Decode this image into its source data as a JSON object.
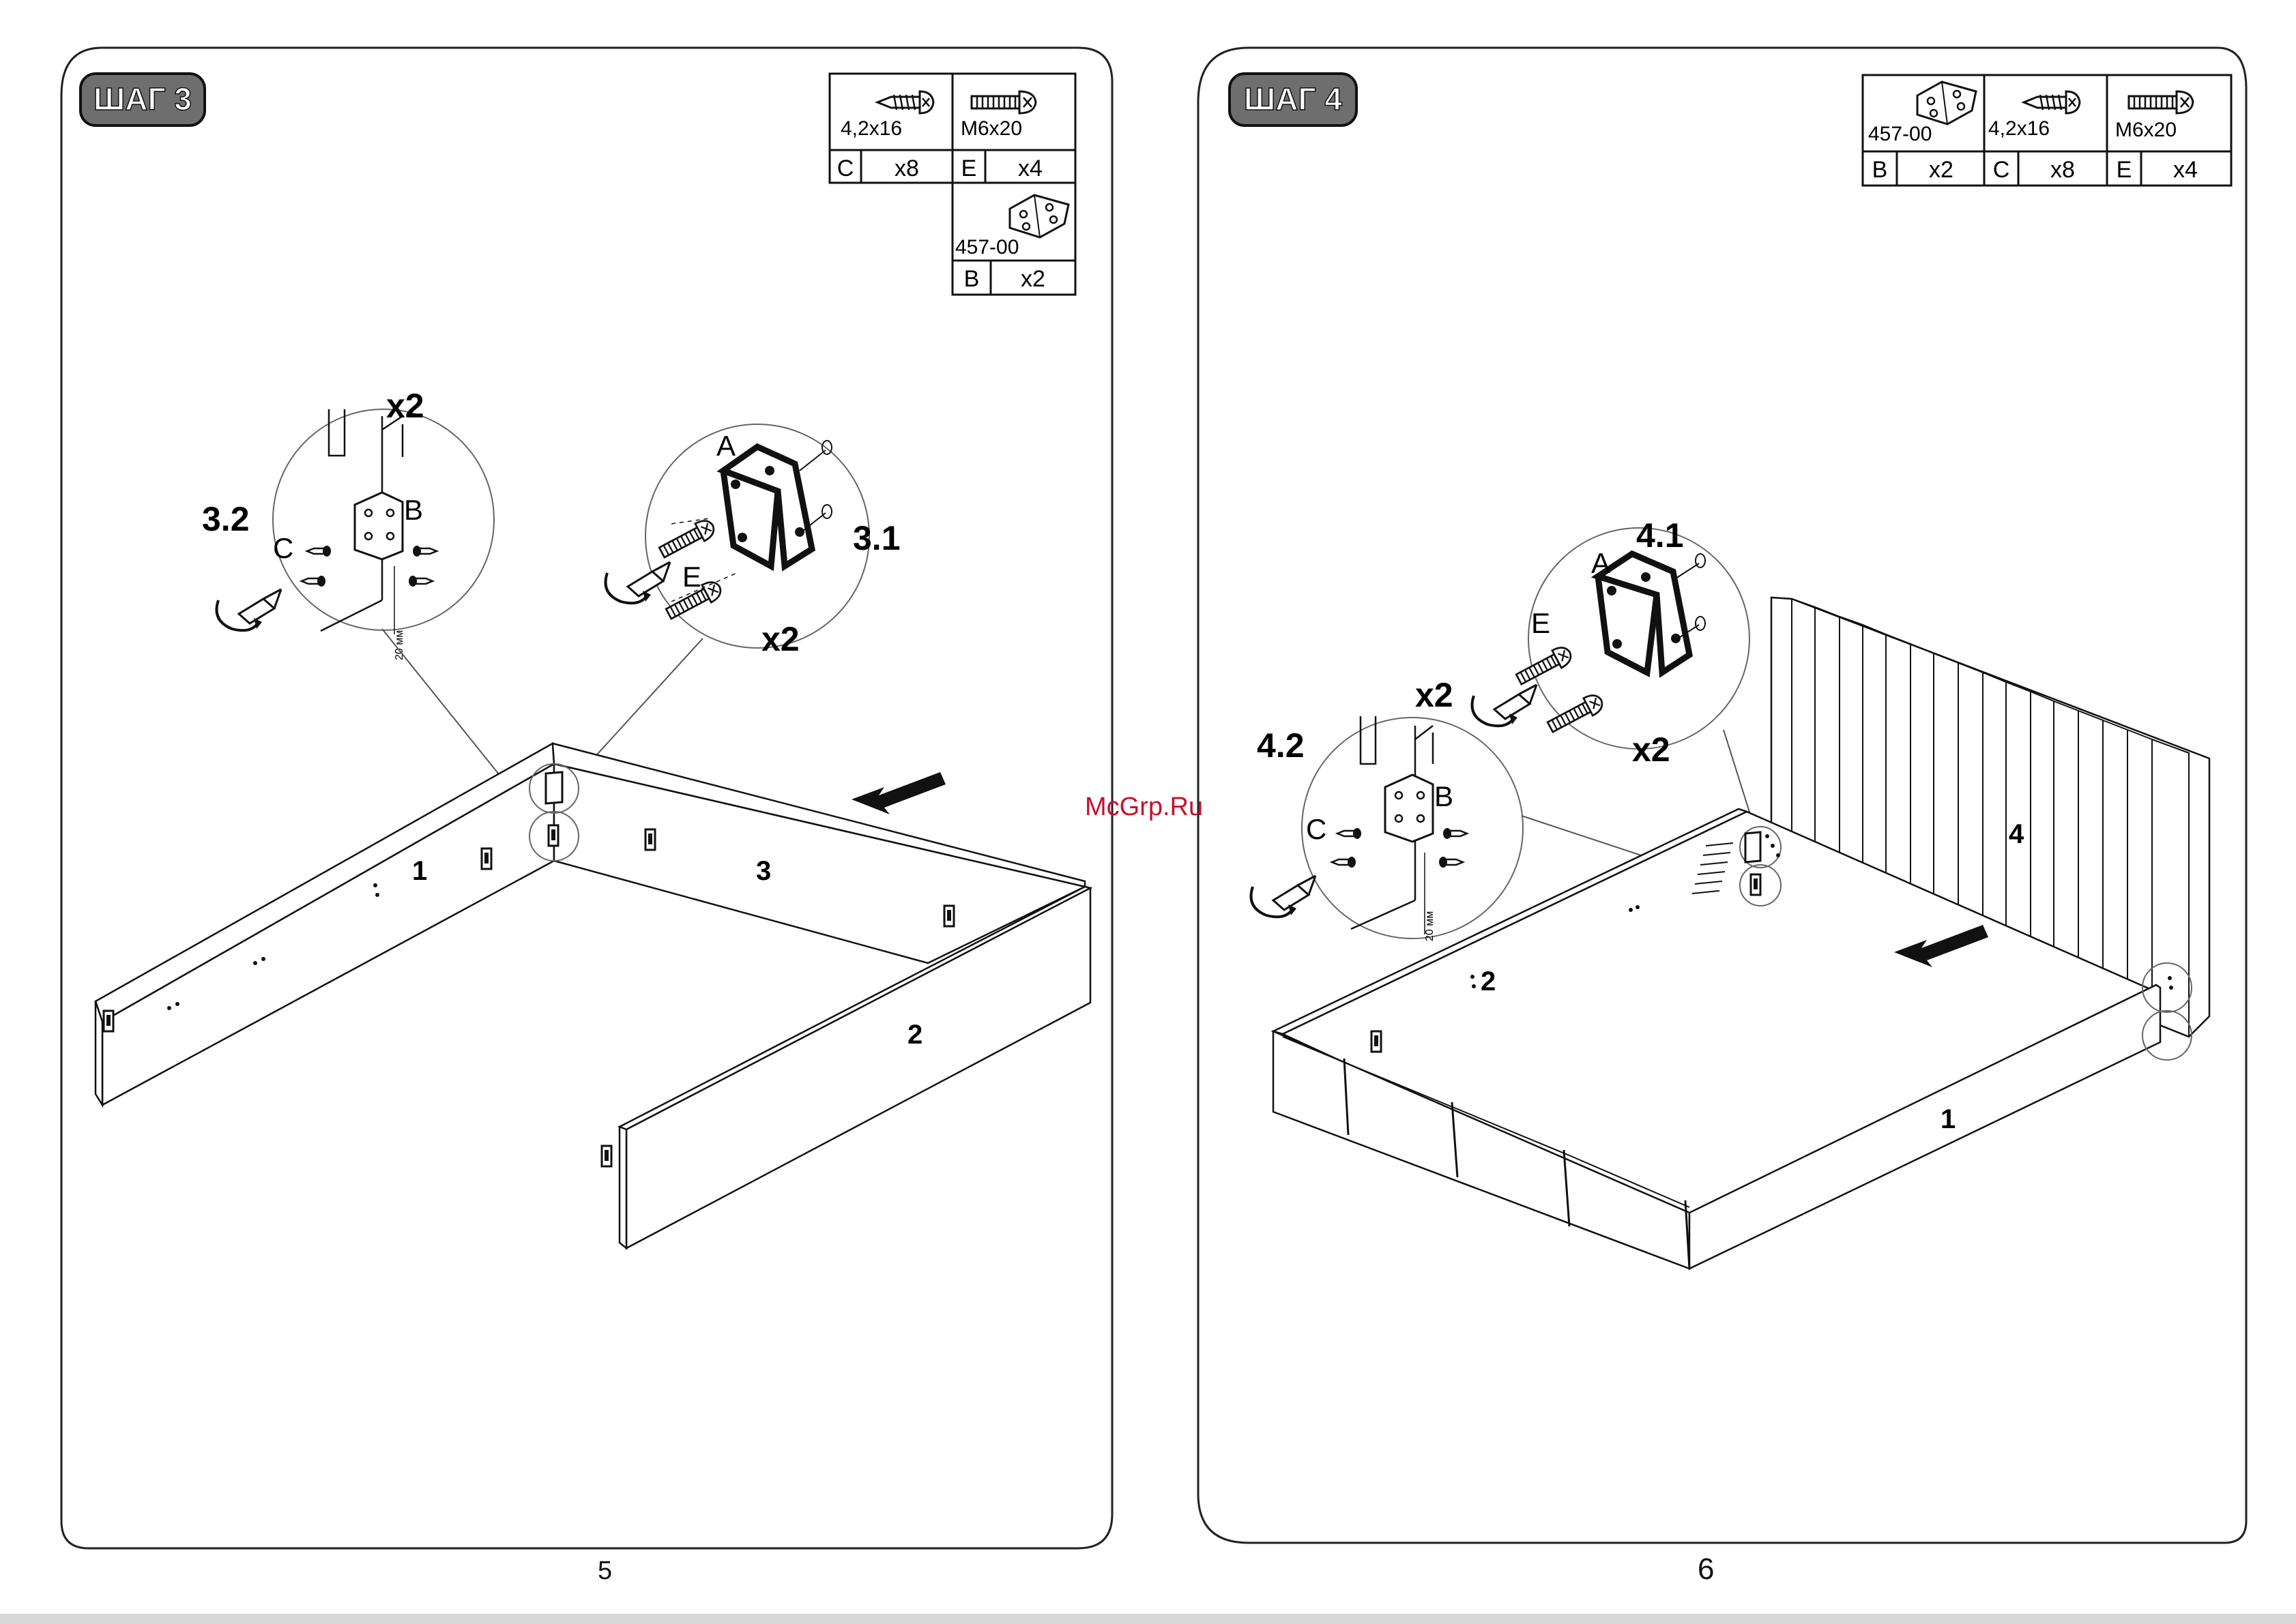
{
  "watermark": "McGrp.Ru",
  "pages": [
    {
      "step_label": "ШАГ 3",
      "page_number": "5",
      "parts": [
        {
          "code": "C",
          "size": "4,2x16",
          "qty": "x8",
          "icon": "wood-screw-icon"
        },
        {
          "code": "E",
          "size": "M6x20",
          "qty": "x4",
          "icon": "machine-bolt-icon"
        },
        {
          "code": "B",
          "size": "457-00",
          "qty": "x2",
          "icon": "corner-bracket-icon"
        }
      ],
      "callouts": {
        "a": {
          "step": "3.1",
          "bracket": "A",
          "screw": "E",
          "mult": "x2"
        },
        "b": {
          "step": "3.2",
          "bracket": "B",
          "screw": "C",
          "mult": "x2",
          "dim": "20 мм"
        }
      },
      "panels": [
        "1",
        "3",
        "2"
      ]
    },
    {
      "step_label": "ШАГ 4",
      "page_number": "6",
      "parts": [
        {
          "code": "B",
          "size": "457-00",
          "qty": "x2",
          "icon": "corner-bracket-icon"
        },
        {
          "code": "C",
          "size": "4,2x16",
          "qty": "x8",
          "icon": "wood-screw-icon"
        },
        {
          "code": "E",
          "size": "M6x20",
          "qty": "x4",
          "icon": "machine-bolt-icon"
        }
      ],
      "callouts": {
        "a": {
          "step": "4.1",
          "bracket": "A",
          "screw": "E",
          "mult": "x2"
        },
        "b": {
          "step": "4.2",
          "bracket": "B",
          "screw": "C",
          "mult": "x2",
          "dim": "20 мм"
        }
      },
      "panels": [
        "2",
        "4",
        "1"
      ]
    }
  ]
}
